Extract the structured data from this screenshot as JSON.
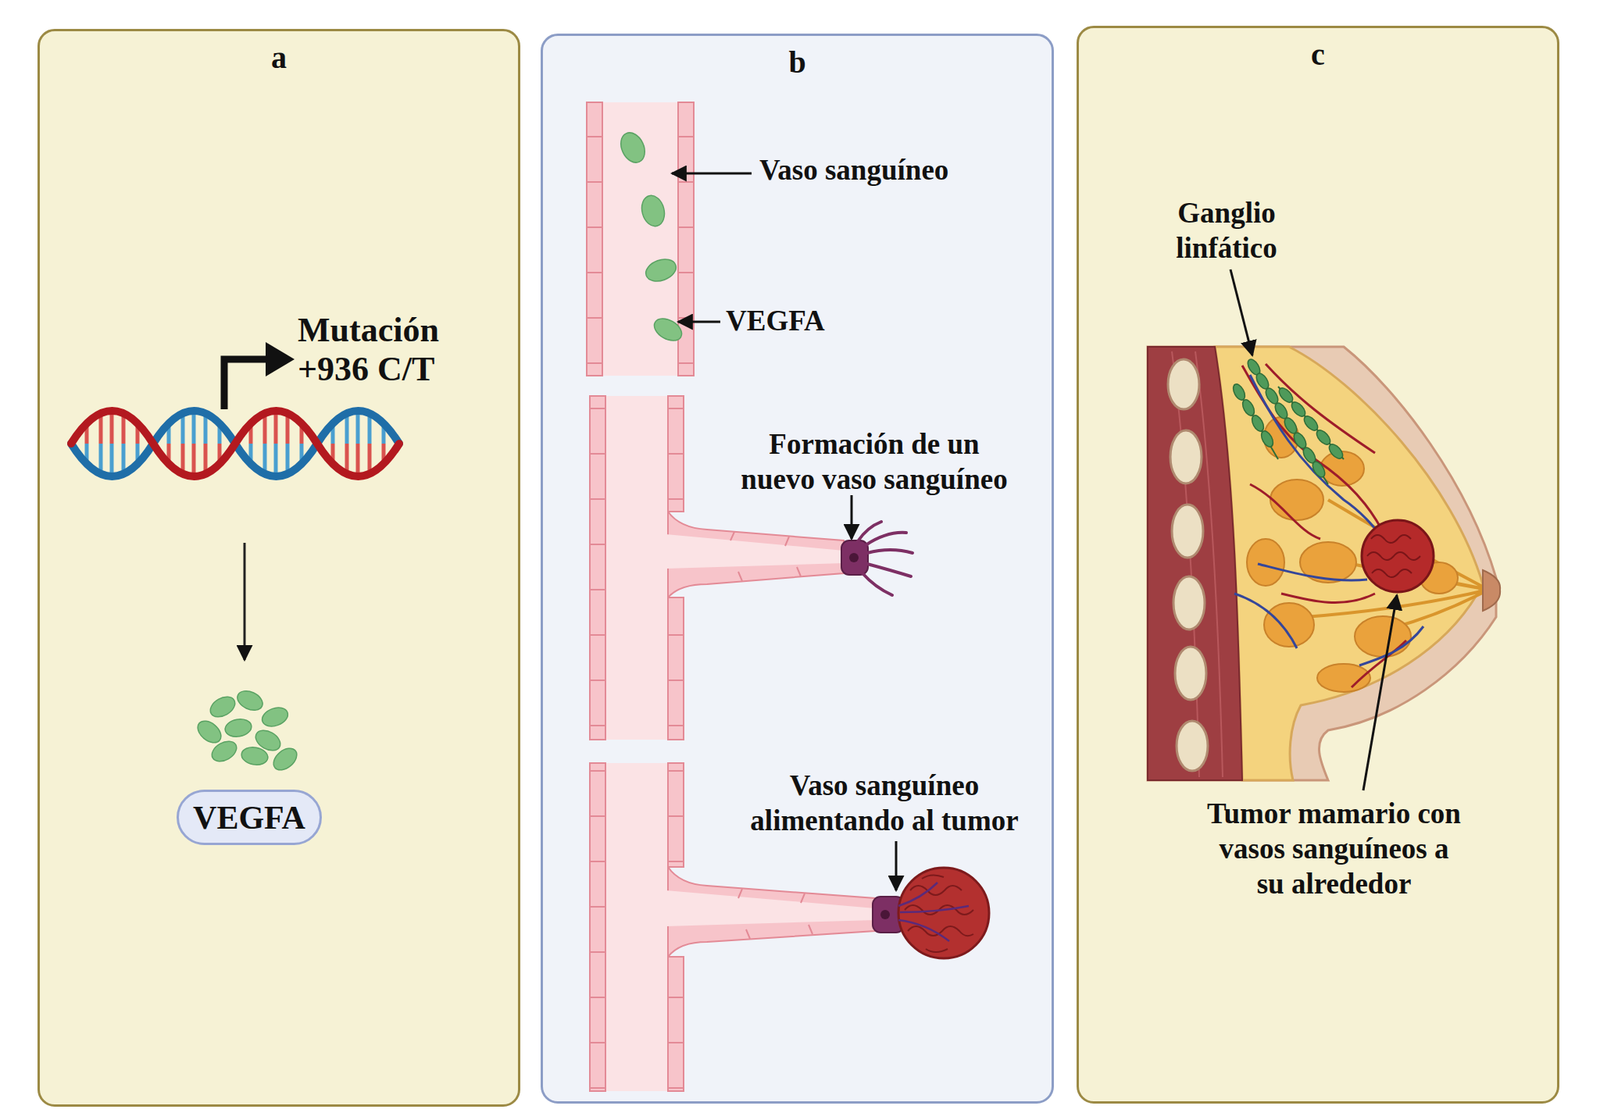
{
  "diagram": {
    "nodes": [
      {
        "text": [
          "a"
        ]
      },
      {
        "text": [
          "b"
        ]
      },
      {
        "text": [
          "c"
        ]
      },
      {
        "text": [
          "VEGFA"
        ],
        "in": 0
      }
    ],
    "labels": [
      "Mutación +936 C/T",
      "Vaso sanguíneo",
      "VEGFA",
      "Formación de un nuevo vaso sanguíneo",
      "Vaso sanguíneo alimentando al tumor",
      "Ganglio linfático",
      "Tumor mamario con vasos sanguíneos a su alrededor"
    ]
  }
}
